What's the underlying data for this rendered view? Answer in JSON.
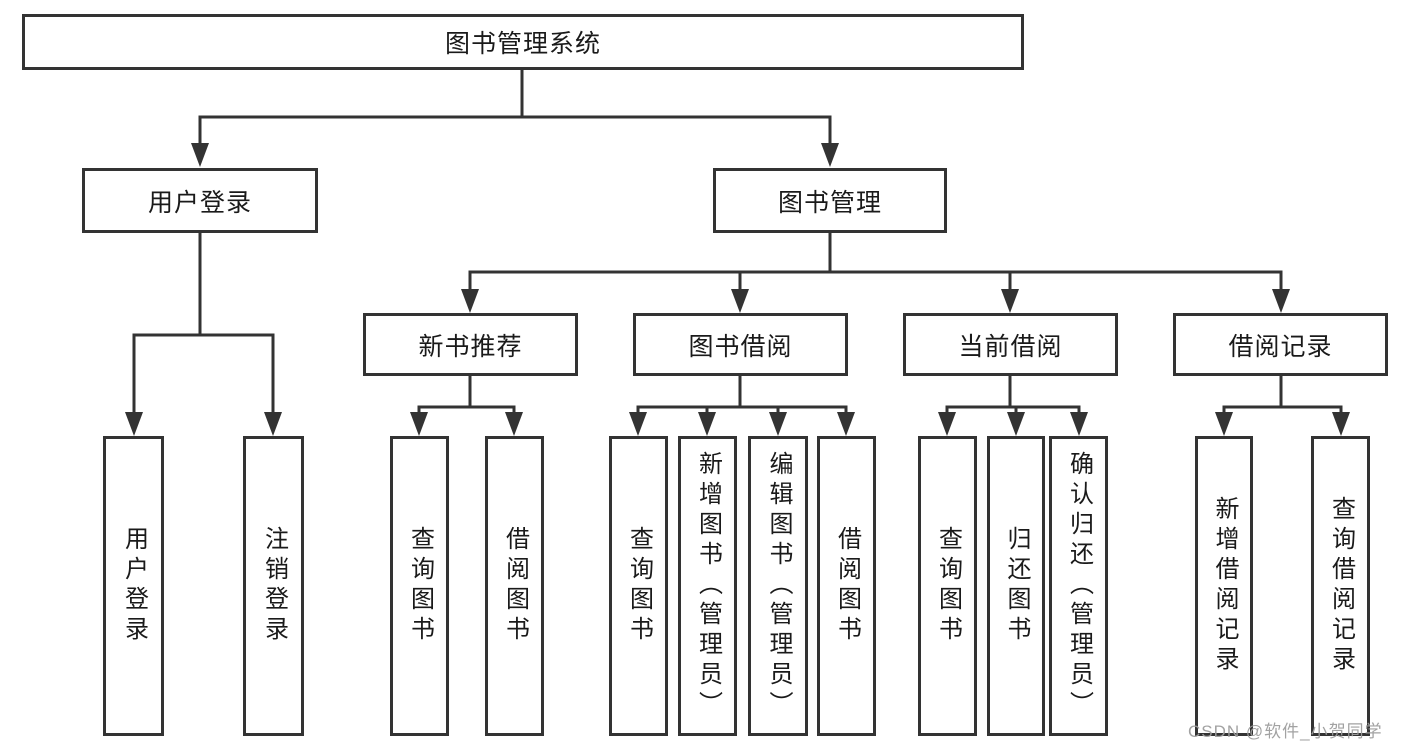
{
  "diagram": {
    "root": {
      "label": "图书管理系统"
    },
    "level1": [
      {
        "label": "用户登录"
      },
      {
        "label": "图书管理"
      }
    ],
    "user_login_children": [
      "用户登录",
      "注销登录"
    ],
    "sections": [
      {
        "label": "新书推荐",
        "children": [
          "查询图书",
          "借阅图书"
        ]
      },
      {
        "label": "图书借阅",
        "children": [
          "查询图书",
          "新增图书（管理员）",
          "编辑图书（管理员）",
          "借阅图书"
        ]
      },
      {
        "label": "当前借阅",
        "children": [
          "查询图书",
          "归还图书",
          "确认归还（管理员）"
        ]
      },
      {
        "label": "借阅记录",
        "children": [
          "新增借阅记录",
          "查询借阅记录"
        ]
      }
    ]
  },
  "watermark": "CSDN @软件_小贺同学",
  "colors": {
    "line": "#333333",
    "text": "#1a1a1a",
    "background": "#ffffff",
    "watermark": "#9e9e9e"
  }
}
